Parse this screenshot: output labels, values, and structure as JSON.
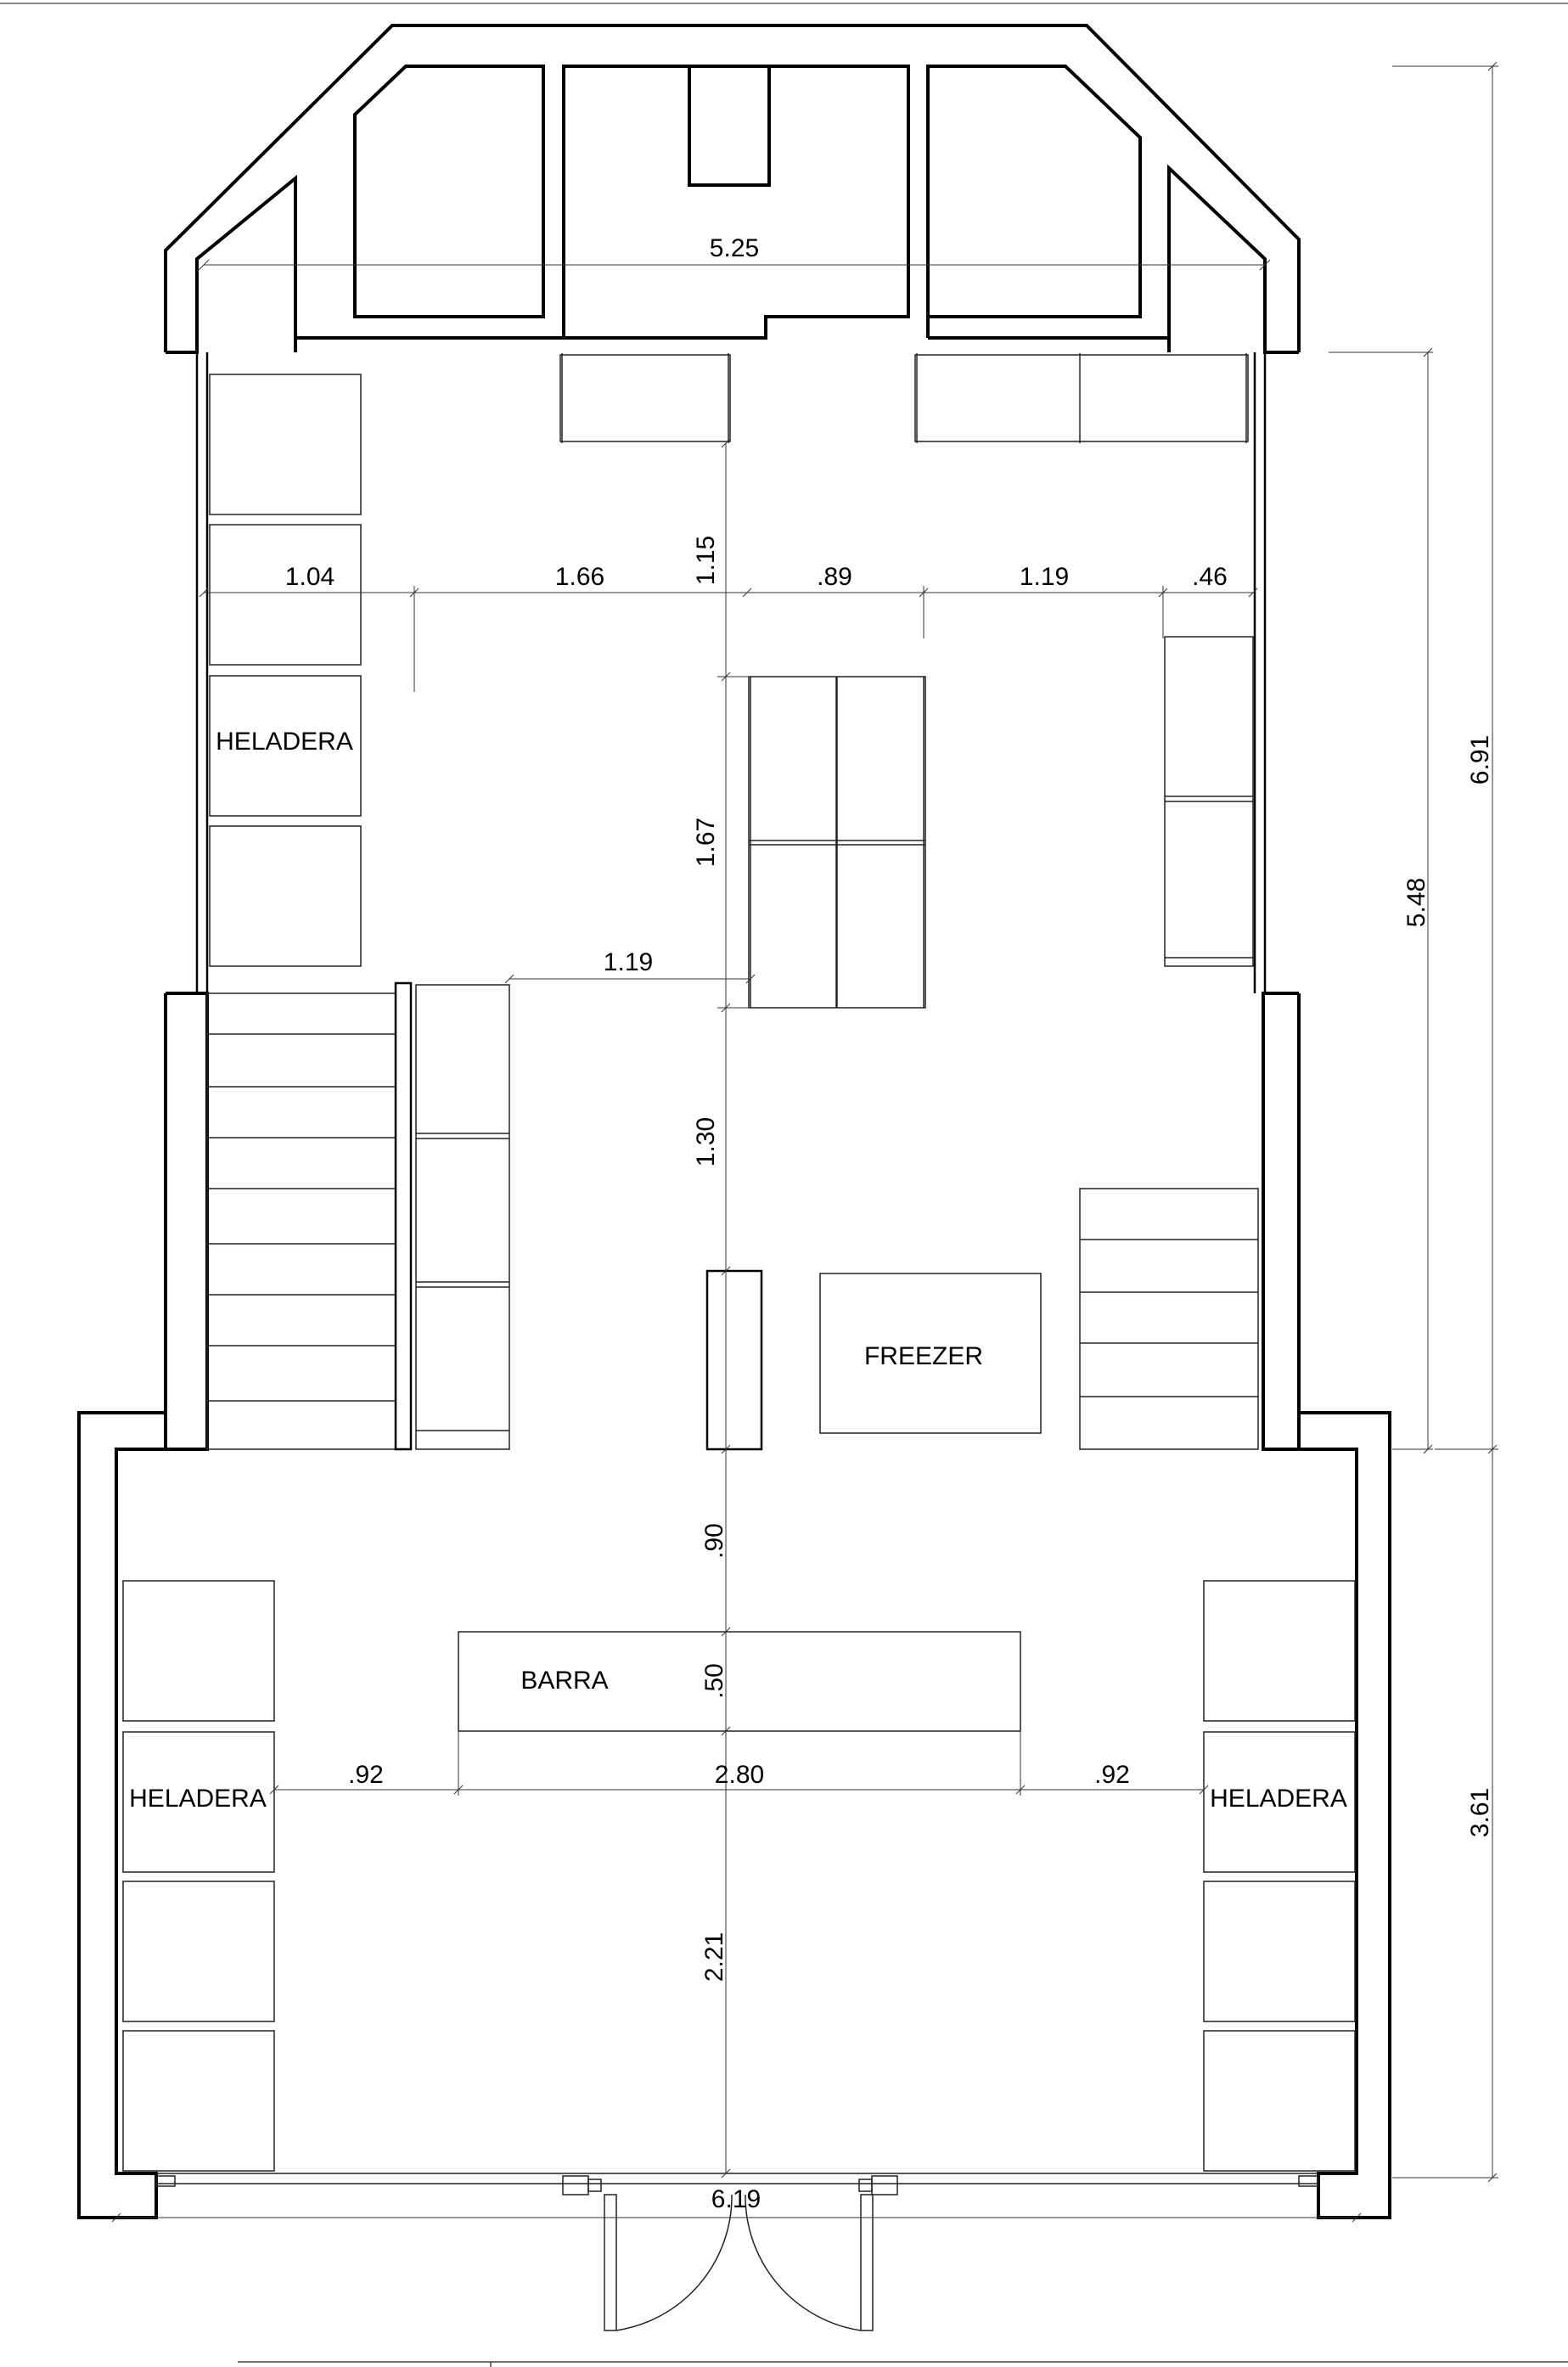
{
  "labels": {
    "heladera": "HELADERA",
    "freezer": "FREEZER",
    "barra": "BARRA"
  },
  "dimensions": {
    "top_width": "5.25",
    "top_row_1": "1.04",
    "top_row_2": "1.66",
    "top_row_3": ".89",
    "top_row_4": "1.19",
    "top_row_5": ".46",
    "v_1_15": "1.15",
    "v_1_67": "1.67",
    "v_1_30": "1.30",
    "h_1_19": "1.19",
    "v_0_90": ".90",
    "v_0_50": ".50",
    "bar_left": ".92",
    "bar_width": "2.80",
    "bar_right": ".92",
    "v_2_21": "2.21",
    "bottom_width": "6.19",
    "right_5_48": "5.48",
    "right_6_91": "6.91",
    "right_3_61": "3.61"
  }
}
